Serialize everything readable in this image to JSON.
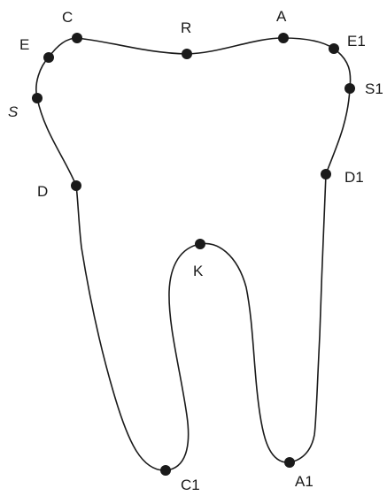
{
  "diagram": {
    "points": [
      {
        "id": "C",
        "label": "C"
      },
      {
        "id": "R",
        "label": "R"
      },
      {
        "id": "A",
        "label": "A"
      },
      {
        "id": "E",
        "label": "E"
      },
      {
        "id": "E1",
        "label": "E1"
      },
      {
        "id": "S",
        "label": "S"
      },
      {
        "id": "S1",
        "label": "S1"
      },
      {
        "id": "D",
        "label": "D"
      },
      {
        "id": "D1",
        "label": "D1"
      },
      {
        "id": "K",
        "label": "K"
      },
      {
        "id": "C1",
        "label": "C1"
      },
      {
        "id": "A1",
        "label": "A1"
      }
    ]
  }
}
